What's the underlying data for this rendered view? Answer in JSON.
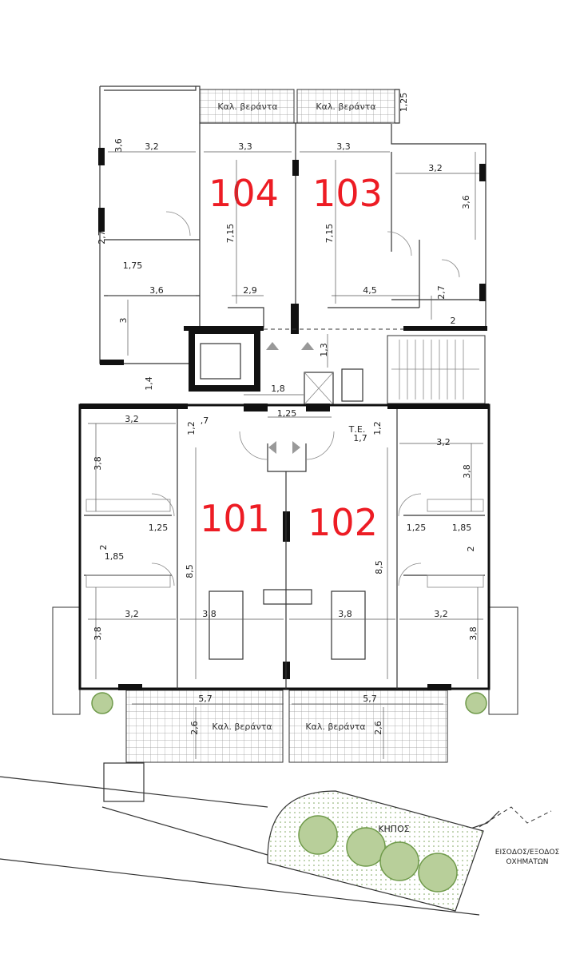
{
  "units": {
    "u104": "104",
    "u103": "103",
    "u101": "101",
    "u102": "102",
    "color": "#ed1c24"
  },
  "verandas": {
    "v1": "Καλ. βεράντα",
    "v2": "Καλ. βεράντα",
    "v3": "Καλ. βεράντα",
    "v4": "Καλ. βεράντα"
  },
  "dims": [
    "1,25",
    "3,6",
    "3,2",
    "3,3",
    "3,3",
    "3,2",
    "3,6",
    "7,15",
    "7,15",
    "2,7",
    "1,75",
    "3,6",
    "2,9",
    "4,5",
    "2,7",
    "2",
    "3",
    "1,3",
    "1,4",
    "1,8",
    "1,25",
    ",7",
    "1,2",
    "Τ.Ε.",
    "1,7",
    "1,2",
    "3,2",
    "3,2",
    "3,8",
    "3,8",
    "1,25",
    "1,25",
    "1,85",
    "2",
    "2",
    "1,85",
    "8,5",
    "8,5",
    "3,8",
    "3,8",
    "3,2",
    "3,2",
    "3,8",
    "3,8",
    "5,7",
    "5,7",
    "2,6",
    "2,6"
  ],
  "garden": {
    "label": "ΚΗΠΟΣ"
  },
  "entrance": {
    "line1": "ΕΙΣΟΔΟΣ/ΕΞΟΔΟΣ",
    "line2": "ΟΧΗΜΑΤΩΝ"
  }
}
